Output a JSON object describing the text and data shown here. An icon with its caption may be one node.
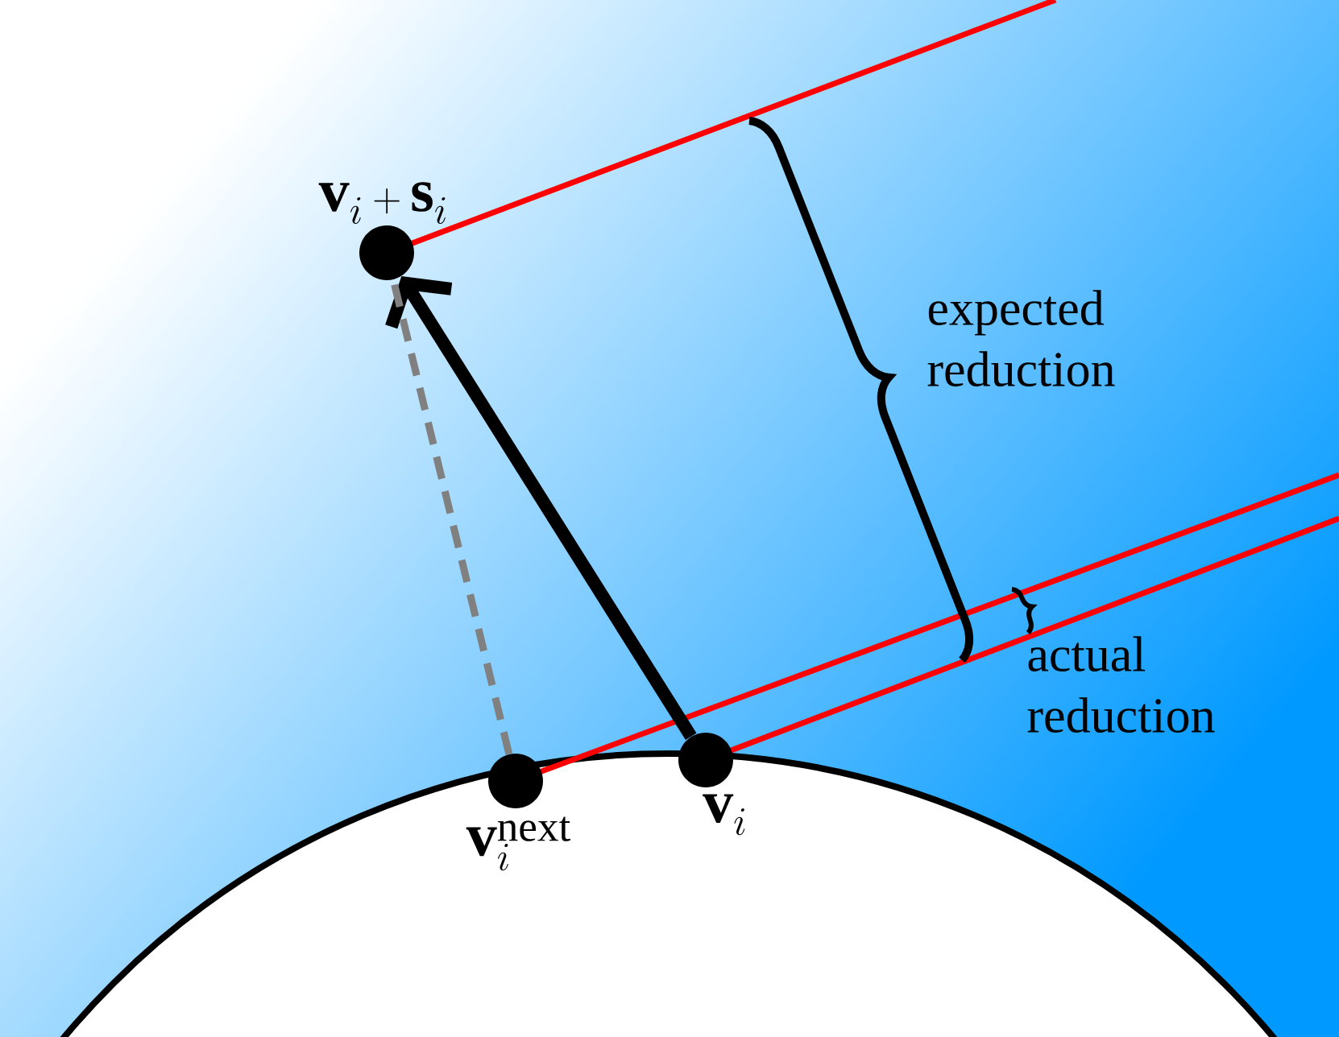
{
  "diagram": {
    "nodes": [
      {
        "text": [],
        "shape": "circle",
        "beside": [
          "\\mathbf{v}_i + \\mathbf{s}_i"
        ]
      },
      {
        "text": [],
        "shape": "circle",
        "beside": [
          "\\mathbf{v}_i^{\\mathrm{next}}"
        ]
      },
      {
        "text": [],
        "shape": "circle",
        "beside": [
          "\\mathbf{v}_i"
        ]
      }
    ],
    "edges": [
      {
        "from": 2,
        "to": 0,
        "arrow": "to"
      },
      {
        "from": 1,
        "to": 0,
        "arrow": "none",
        "style": "dashed",
        "color": "#808080"
      }
    ],
    "labels": [
      "expected reduction",
      "actual reduction"
    ]
  }
}
